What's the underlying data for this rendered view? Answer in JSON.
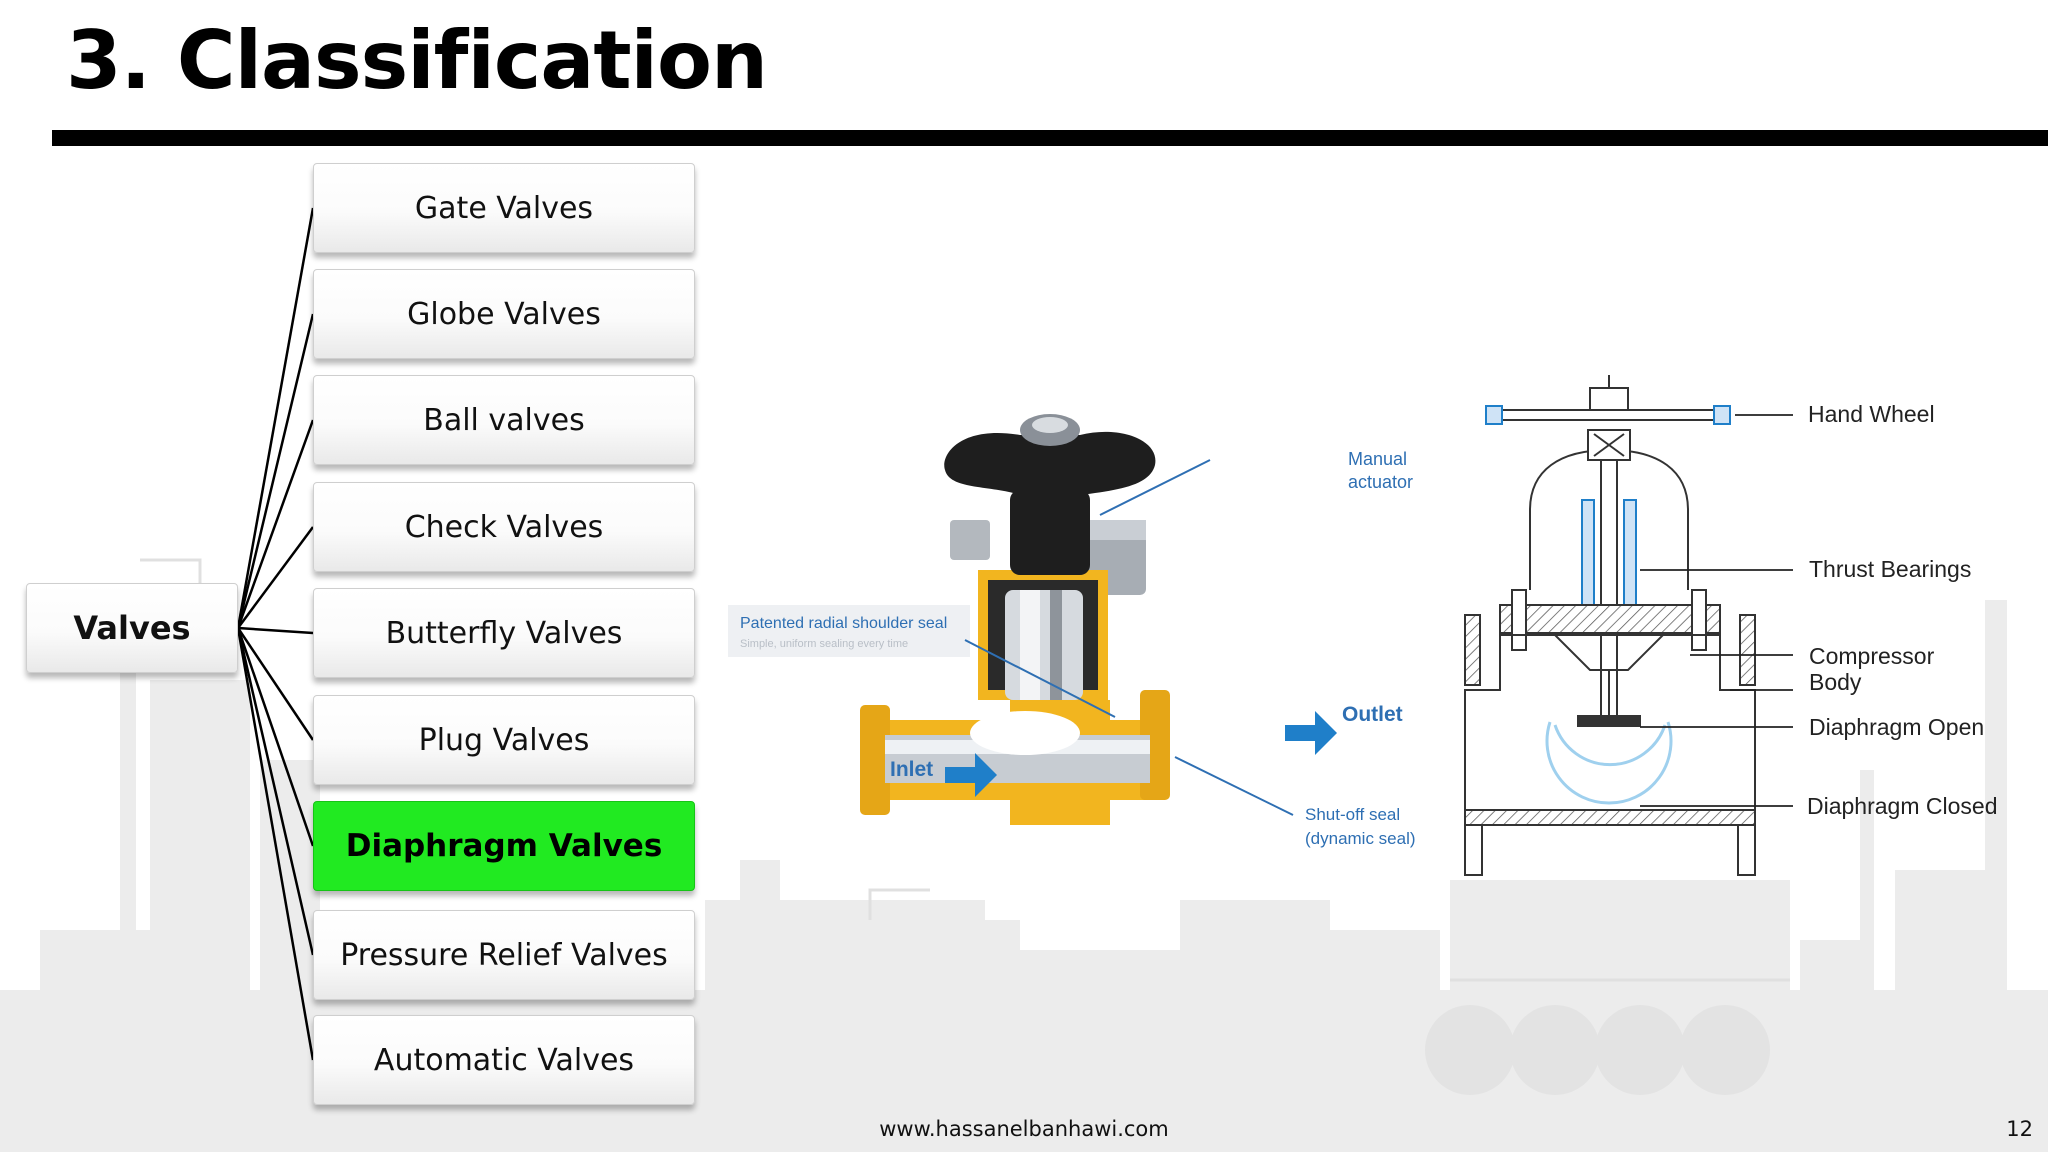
{
  "slide": {
    "title": "3. Classification",
    "footer_url": "www.hassanelbanhawi.com",
    "page_number": "12"
  },
  "tree": {
    "root": "Valves",
    "children": [
      "Gate Valves",
      "Globe Valves",
      "Ball valves",
      "Check Valves",
      "Butterfly Valves",
      "Plug Valves",
      "Diaphragm Valves",
      "Pressure Relief Valves",
      "Automatic Valves"
    ],
    "highlighted": "Diaphragm Valves",
    "highlight_color": "#21ea21"
  },
  "photo_labels": {
    "seal_title": "Patented radial shoulder seal",
    "seal_sub": "Simple, uniform sealing every time",
    "manual": "Manual",
    "actuator": "actuator",
    "inlet": "Inlet",
    "outlet": "Outlet",
    "shutoff": "Shut-off seal",
    "dynamic": "(dynamic seal)"
  },
  "section_labels": {
    "hand_wheel": "Hand Wheel",
    "thrust": "Thrust Bearings",
    "compressor": "Compressor",
    "body": "Body",
    "diaphragm_open": "Diaphragm Open",
    "diaphragm_closed": "Diaphragm Closed"
  },
  "colors": {
    "label_blue": "#2e6fb3",
    "arrow_blue": "#1f7fc9",
    "valve_yellow": "#f2b51f",
    "handle_black": "#1e1e1e"
  }
}
